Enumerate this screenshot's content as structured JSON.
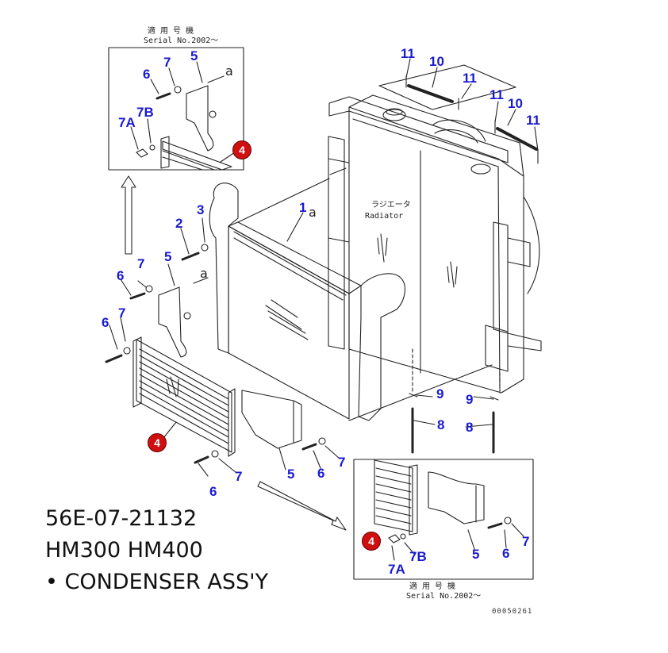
{
  "inset_top": {
    "applicability": "適 用 号 機",
    "serial": "Serial No.2002～"
  },
  "inset_bottom": {
    "applicability": "適 用 号 機",
    "serial": "Serial No.2002～"
  },
  "radiator_label": {
    "jp": "ラジエータ",
    "en": "Radiator"
  },
  "connection_mark": "a",
  "callouts": {
    "c1": "1",
    "c2": "2",
    "c3": "3",
    "c5a": "5",
    "c5b": "5",
    "c5c": "5",
    "c5d": "5",
    "c6a": "6",
    "c6b": "6",
    "c6c": "6",
    "c6d": "6",
    "c6e": "6",
    "c6f": "6",
    "c7a": "7",
    "c7b": "7",
    "c7c": "7",
    "c7d": "7",
    "c7e": "7",
    "c7f": "7",
    "c7A_top": "7A",
    "c7B_top": "7B",
    "c7A_bot": "7A",
    "c7B_bot": "7B",
    "c8a": "8",
    "c8b": "8",
    "c9a": "9",
    "c9b": "9",
    "c10a": "10",
    "c10b": "10",
    "c11a": "11",
    "c11b": "11",
    "c11c": "11",
    "c11d": "11"
  },
  "highlight_part": "4",
  "part_info": {
    "part_number": "56E-07-21132",
    "models": "HM300 HM400",
    "description": "• CONDENSER ASS'Y"
  },
  "doc_number": "00050261",
  "colors": {
    "callout": "#1a1ad0",
    "highlight_fill": "#d01010",
    "line": "#222222"
  }
}
